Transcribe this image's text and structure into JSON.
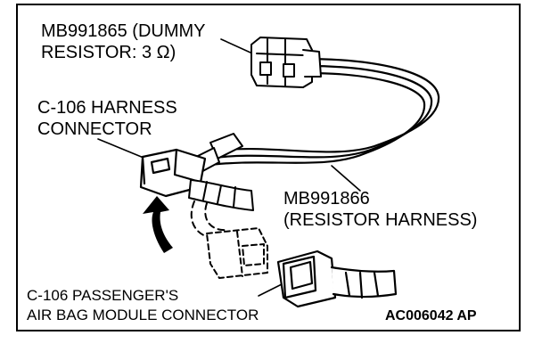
{
  "labels": {
    "dummy_resistor_line1": "MB991865 (DUMMY",
    "dummy_resistor_line2": "RESISTOR: 3 Ω)",
    "harness_connector_line1": "C-106 HARNESS",
    "harness_connector_line2": "CONNECTOR",
    "resistor_harness_line1": "MB991866",
    "resistor_harness_line2": "(RESISTOR HARNESS)",
    "airbag_connector_line1": "C-106 PASSENGER'S",
    "airbag_connector_line2": "AIR BAG MODULE CONNECTOR",
    "figure_code": "AC006042 AP"
  }
}
